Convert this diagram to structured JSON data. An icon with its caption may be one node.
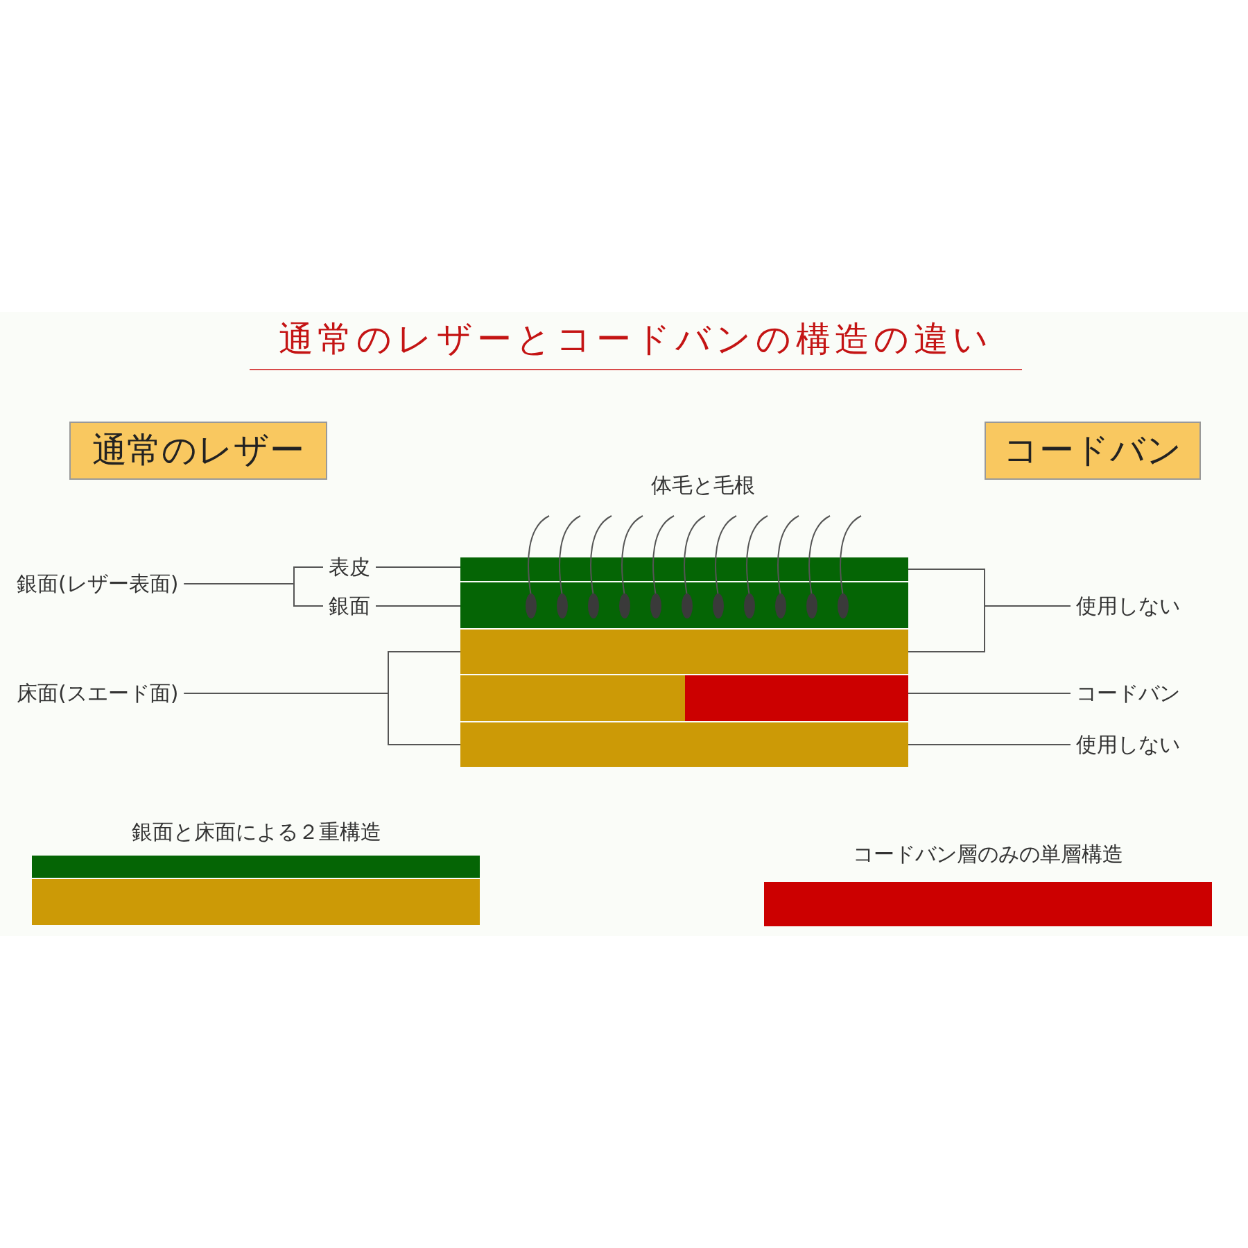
{
  "diagram": {
    "title": "通常のレザーとコードバンの構造の違い",
    "nodes": [
      {
        "text": [
          "通常のレザー"
        ]
      },
      {
        "text": [
          "コードバン"
        ]
      },
      {
        "text": [],
        "shape": "bar"
      },
      {
        "text": [],
        "shape": "bar"
      },
      {
        "text": [],
        "shape": "bar"
      },
      {
        "text": [],
        "shape": "bar"
      },
      {
        "text": [],
        "shape": "bar"
      },
      {
        "text": [],
        "shape": "bar"
      },
      {
        "text": [
          "表皮"
        ]
      },
      {
        "text": [
          "銀面"
        ]
      },
      {
        "text": [
          "銀面(レザー表面)"
        ]
      },
      {
        "text": [
          "床面(スエード面)"
        ]
      },
      {
        "text": [
          "使用しない"
        ]
      },
      {
        "text": [
          "コードバン"
        ]
      },
      {
        "text": [
          "使用しない"
        ]
      },
      {
        "text": [],
        "shape": "bar"
      },
      {
        "text": [],
        "shape": "bar"
      },
      {
        "text": [],
        "shape": "bar",
        "beside": [
          "コードバン層のみの単層構造"
        ]
      }
    ],
    "edges": [
      {
        "from": 8,
        "to": 2,
        "arrow": "none"
      },
      {
        "from": 9,
        "to": 3,
        "arrow": "none"
      },
      {
        "from": 10,
        "to": 8,
        "arrow": "none"
      },
      {
        "from": 10,
        "to": 9,
        "arrow": "none"
      },
      {
        "from": 11,
        "to": 4,
        "arrow": "none"
      },
      {
        "from": 11,
        "to": 7,
        "arrow": "none"
      },
      {
        "from": 12,
        "to": 2,
        "arrow": "none"
      },
      {
        "from": 12,
        "to": 4,
        "arrow": "none"
      },
      {
        "from": 13,
        "to": 6,
        "arrow": "none"
      },
      {
        "from": 14,
        "to": 7,
        "arrow": "none"
      }
    ],
    "labels": [
      "体毛と毛根",
      "銀面と床面による２重構造"
    ]
  }
}
